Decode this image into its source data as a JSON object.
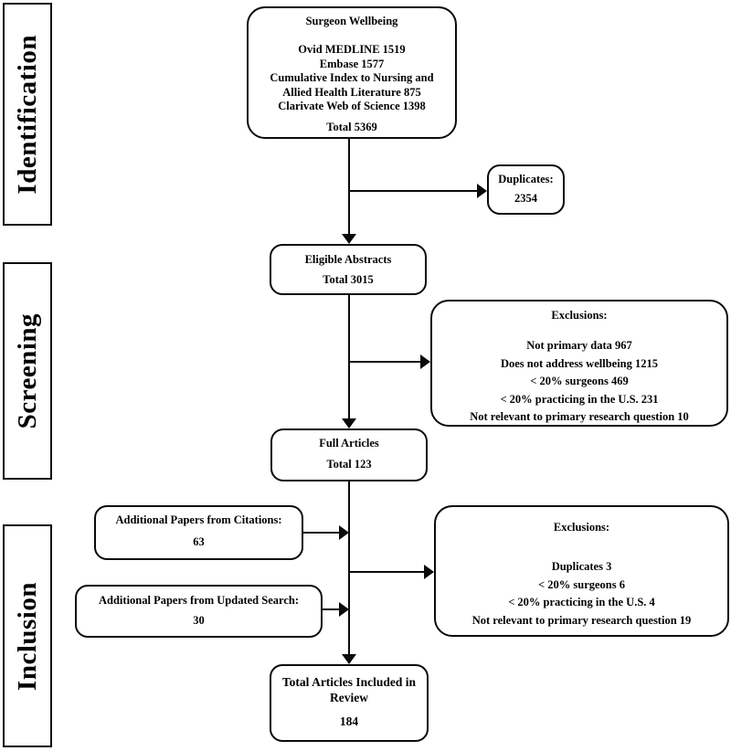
{
  "sidebar": {
    "stages": [
      {
        "label": "Identification"
      },
      {
        "label": "Screening"
      },
      {
        "label": "Inclusion"
      }
    ]
  },
  "flow": {
    "source_box": {
      "title": "Surgeon Wellbeing",
      "lines": [
        "Ovid MEDLINE 1519",
        "Embase 1577",
        "Cumulative Index to Nursing and",
        "Allied Health Literature 875",
        "Clarivate Web of Science 1398"
      ],
      "total": "Total 5369"
    },
    "duplicates_box": {
      "title": "Duplicates:",
      "value": "2354"
    },
    "eligible_abstracts_box": {
      "title": "Eligible Abstracts",
      "total": "Total 3015"
    },
    "exclusions_screening_box": {
      "title": "Exclusions:",
      "lines": [
        "Not primary data 967",
        "Does not address wellbeing 1215",
        "< 20% surgeons 469",
        "< 20% practicing in the U.S. 231",
        "Not relevant to primary research question 10"
      ]
    },
    "full_articles_box": {
      "title": "Full Articles",
      "total": "Total 123"
    },
    "additional_citations_box": {
      "title": "Additional Papers from Citations:",
      "value": "63"
    },
    "additional_updated_search_box": {
      "title": "Additional Papers from Updated Search:",
      "value": "30"
    },
    "exclusions_inclusion_box": {
      "title": "Exclusions:",
      "lines": [
        "Duplicates 3",
        "< 20% surgeons 6",
        "< 20% practicing in the U.S. 4",
        "Not relevant to primary research question 19"
      ]
    },
    "total_box": {
      "title": "Total Articles Included in Review",
      "value": "184"
    }
  },
  "colors": {
    "border": "#000000",
    "background": "#ffffff",
    "text": "#000000"
  }
}
